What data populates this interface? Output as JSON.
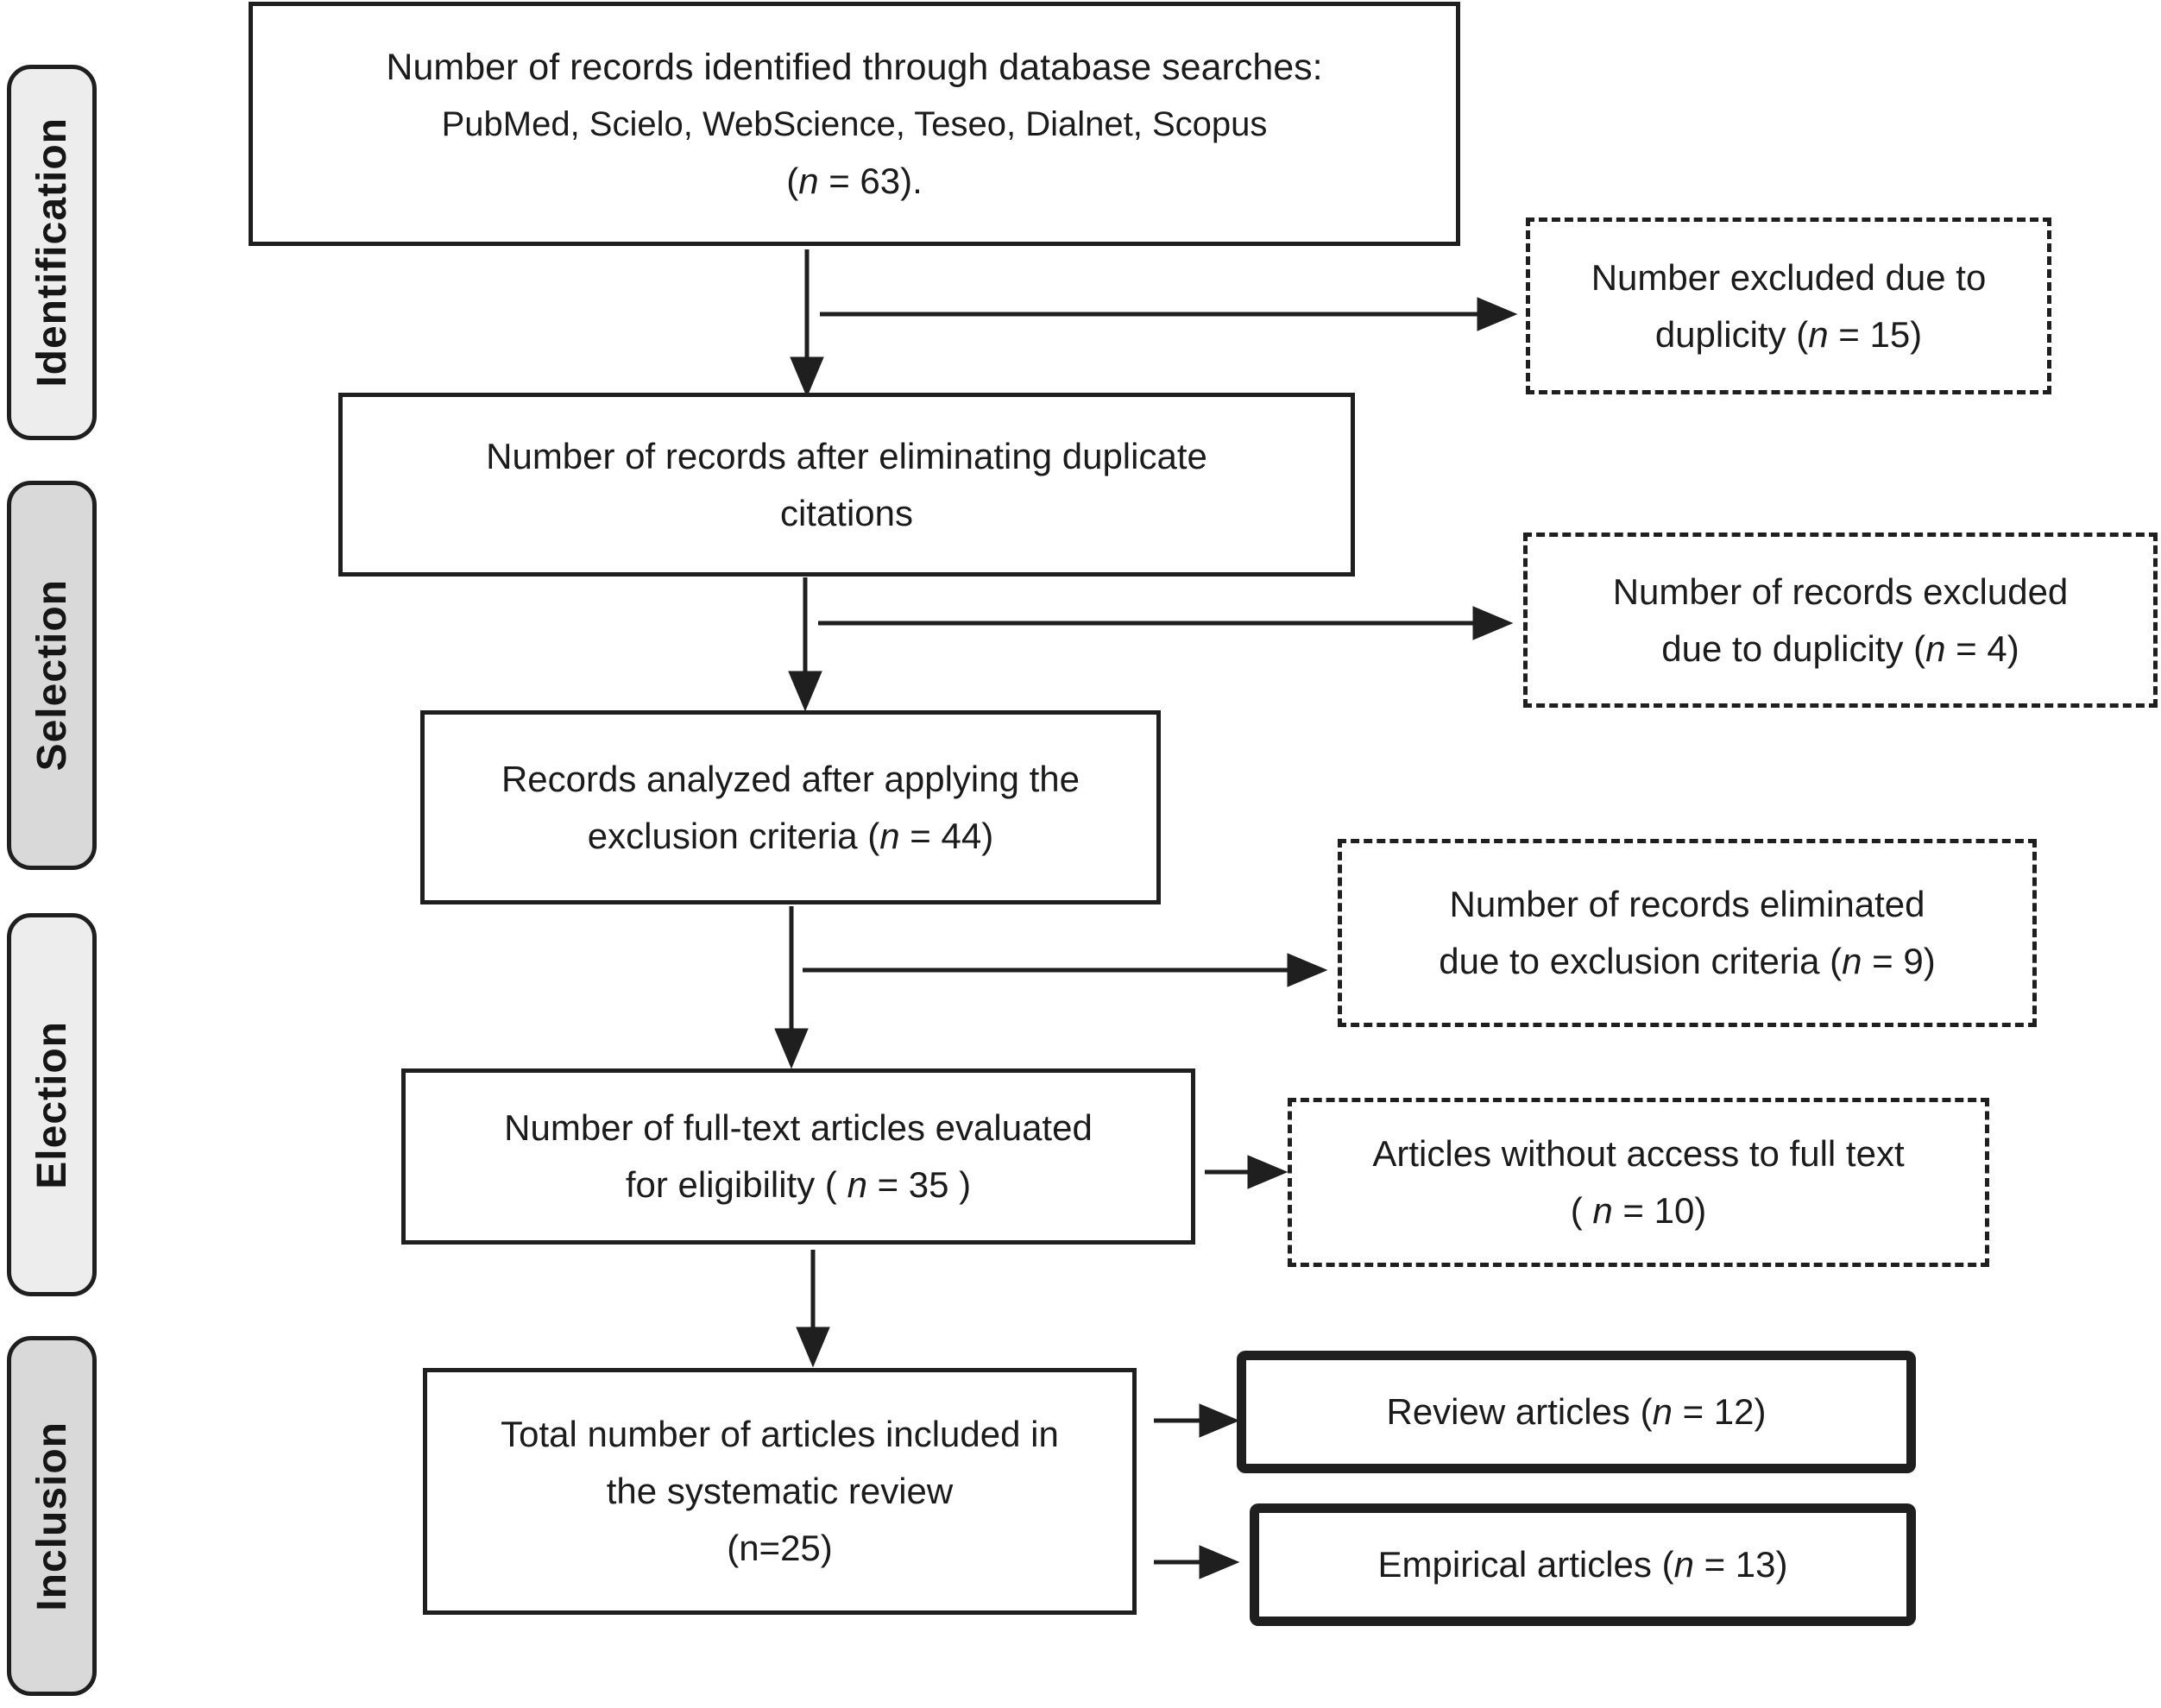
{
  "stages": [
    {
      "label": "Identification"
    },
    {
      "label": "Selection"
    },
    {
      "label": "Election"
    },
    {
      "label": "Inclusion"
    }
  ],
  "boxes": {
    "identified": {
      "l1": "Number of records identified through database searches:",
      "l2": "PubMed, Scielo, WebScience, Teseo, Dialnet, Scopus",
      "l3pre": "(",
      "l3n": "n",
      "l3post": " = 63)."
    },
    "dedup": {
      "l1": "Number of records after eliminating duplicate",
      "l2": "citations"
    },
    "analyzed": {
      "l1": "Records analyzed after applying the",
      "l2pre": "exclusion criteria (",
      "l2n": "n",
      "l2post": " = 44)"
    },
    "fulltext": {
      "l1": "Number of full-text articles evaluated",
      "l2pre": "for eligibility ( ",
      "l2n": "n",
      "l2post": " = 35 )"
    },
    "included": {
      "l1": "Total number of articles included in",
      "l2": "the systematic review",
      "l3": "(n=25)"
    },
    "excluded_duplicity_1": {
      "l1": "Number excluded due to",
      "l2pre": "duplicity (",
      "l2n": "n",
      "l2post": " = 15)"
    },
    "excluded_duplicity_2": {
      "l1": "Number of records excluded",
      "l2pre": "due to duplicity (",
      "l2n": "n",
      "l2post": " = 4)"
    },
    "eliminated_criteria": {
      "l1": "Number of records eliminated",
      "l2pre": "due to exclusion criteria (",
      "l2n": "n",
      "l2post": " = 9)"
    },
    "no_full_text": {
      "l1": "Articles without access to full text",
      "l2pre": "( ",
      "l2n": "n",
      "l2post": " = 10)"
    },
    "review_articles": {
      "pre": "Review articles (",
      "n": "n",
      "post": " = 12)"
    },
    "empirical_articles": {
      "pre": "Empirical articles (",
      "n": "n",
      "post": " = 13)"
    }
  },
  "colors": {
    "line": "#1f1f1f",
    "text": "#1b1b1b",
    "stage_light": "#ededed",
    "stage_dark": "#d9d9d9",
    "background": "#ffffff"
  }
}
